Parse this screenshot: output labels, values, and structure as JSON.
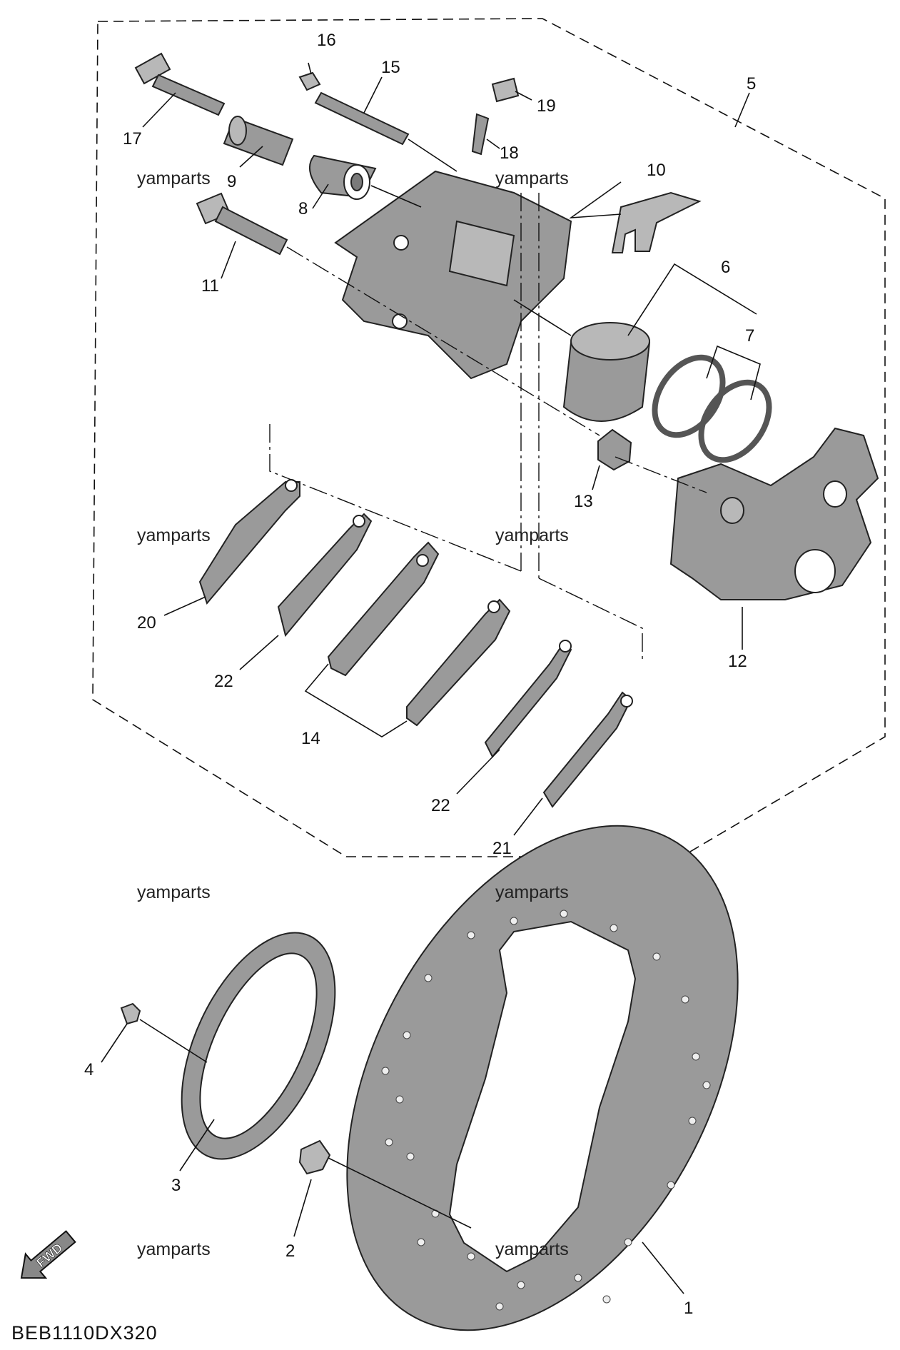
{
  "diagram": {
    "catalog_code": "BEB1110DX320",
    "watermark": "yamparts",
    "fwd_label": "FWD",
    "callouts": [
      "1",
      "2",
      "3",
      "4",
      "5",
      "6",
      "7",
      "8",
      "9",
      "10",
      "11",
      "12",
      "13",
      "14",
      "15",
      "16",
      "17",
      "18",
      "19",
      "20",
      "21",
      "22",
      "22"
    ]
  }
}
